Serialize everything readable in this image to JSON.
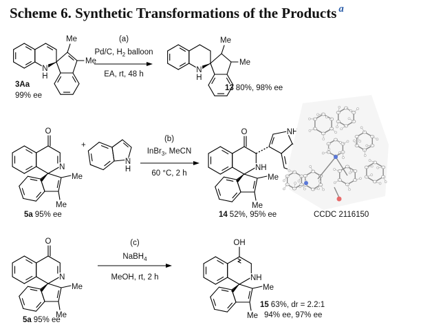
{
  "title": "Scheme 6. Synthetic Transformations of the Products",
  "title_sup": "a",
  "atoms": {
    "me": "Me",
    "n": "N",
    "h": "H",
    "o": "O",
    "nh": "NH",
    "oh": "OH"
  },
  "plus": "+",
  "reactions": [
    {
      "label": "(a)",
      "cond1_pre": "Pd/C, H",
      "cond1_sub": "2",
      "cond1_post": " balloon",
      "cond2": "EA, rt, 48 h"
    },
    {
      "label": "(b)",
      "cond1_pre": "InBr",
      "cond1_sub": "3",
      "cond1_post": ", MeCN",
      "cond2": "60 °C, 2 h"
    },
    {
      "label": "(c)",
      "cond1_pre": "NaBH",
      "cond1_sub": "4",
      "cond1_post": "",
      "cond2": "MeOH, rt, 2 h"
    }
  ],
  "compounds": [
    {
      "id": "3Aa",
      "text": "99% ee"
    },
    {
      "id": "13",
      "text": "80%,  98% ee"
    },
    {
      "id": "5a",
      "text": "95% ee"
    },
    {
      "id": "14",
      "text": "52%, 95% ee"
    },
    {
      "id": "5a",
      "text": "95% ee"
    },
    {
      "id": "15",
      "text": "63%, dr = 2.2:1",
      "text2": "94% ee, 97% ee"
    }
  ],
  "crystal": {
    "label": "CCDC 2116150",
    "colors": {
      "n": "#5a78d8",
      "o": "#e86a6a",
      "c": "#9a9a9a"
    }
  }
}
